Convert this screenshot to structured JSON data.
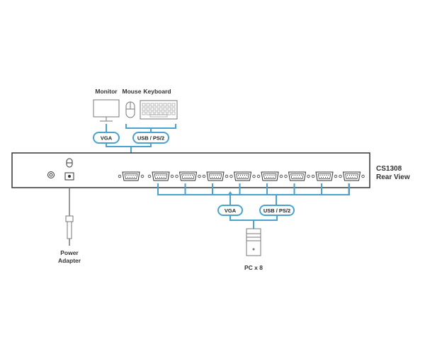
{
  "devices": {
    "monitor_label": "Monitor",
    "mouse_label": "Mouse",
    "keyboard_label": "Keyboard",
    "power_label_line1": "Power",
    "power_label_line2": "Adapter",
    "pc_label": "PC x 8"
  },
  "connectors": {
    "console_vga": "VGA",
    "console_usb": "USB / PS/2",
    "pc_vga": "VGA",
    "pc_usb": "USB / PS/2"
  },
  "unit": {
    "model": "CS1308",
    "view": "Rear View",
    "port_count": 8
  },
  "colors": {
    "cable": "#4aa3cf",
    "outline": "#333333",
    "device_gray": "#777777"
  }
}
